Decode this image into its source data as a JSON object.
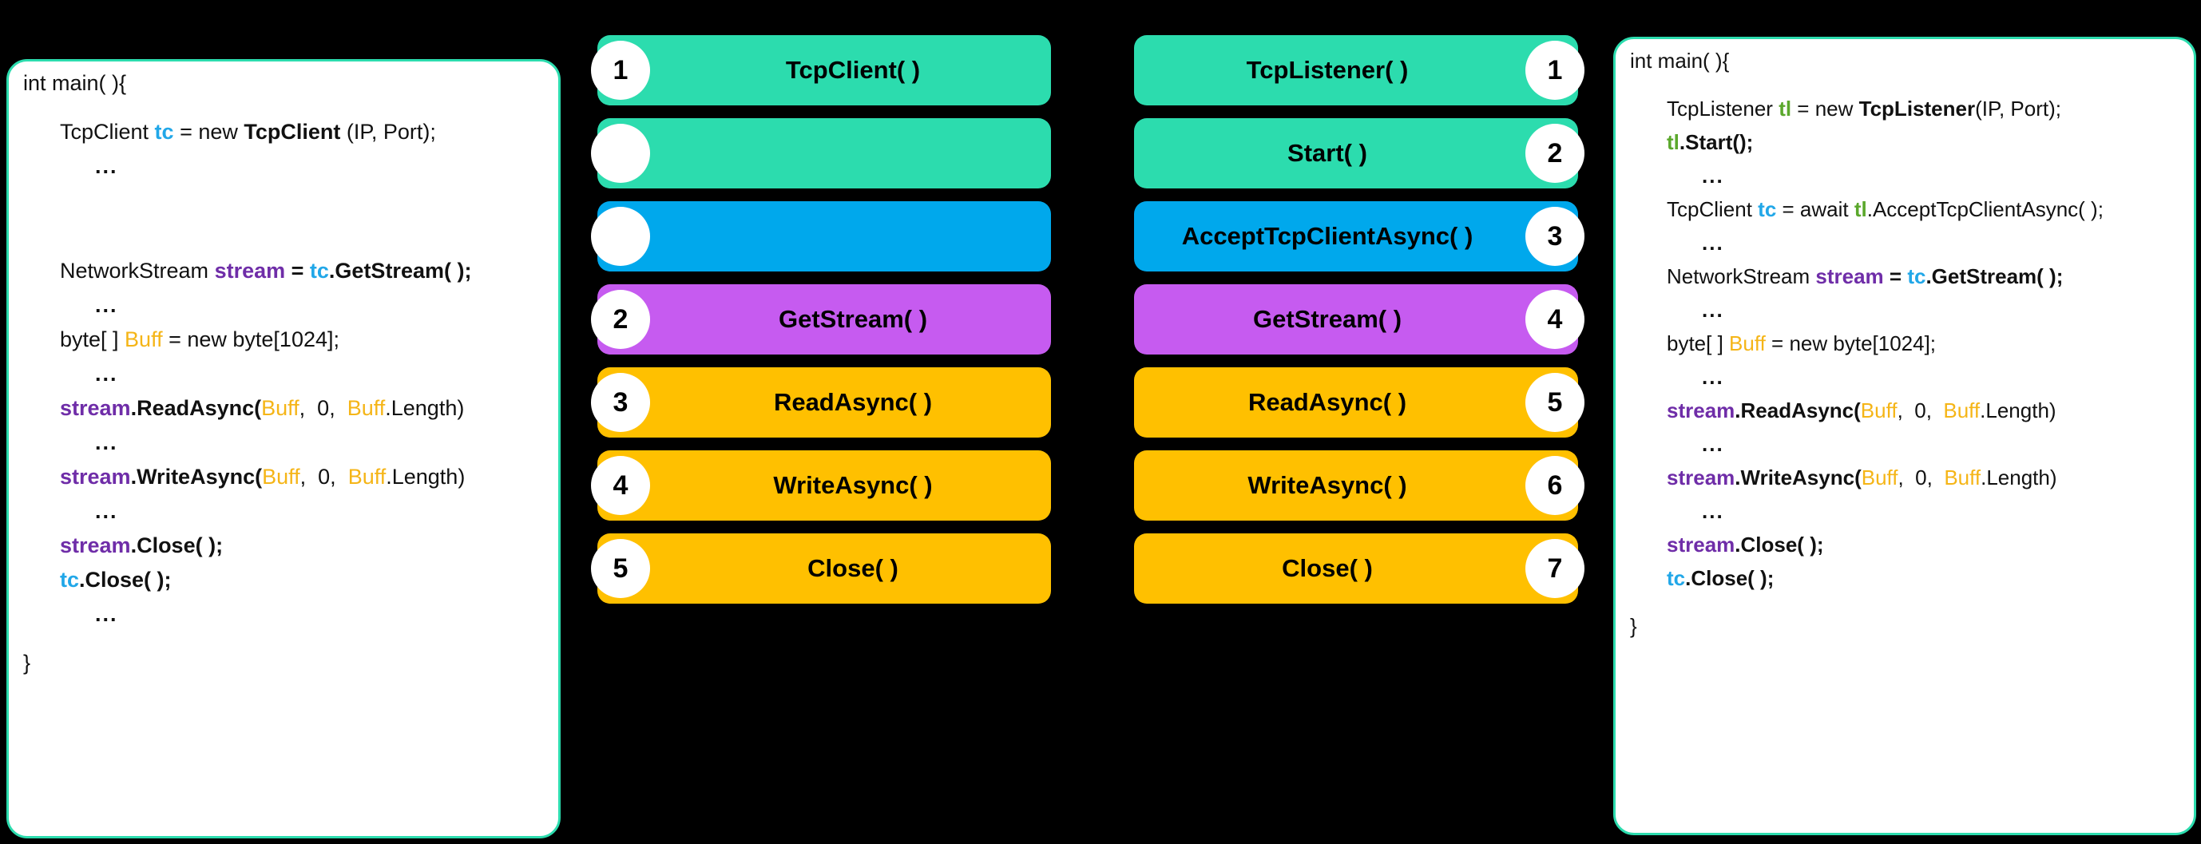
{
  "background_color": "#000000",
  "palette": {
    "green": "#2CDCAE",
    "blue": "#00A8EC",
    "purple": "#C65BF0",
    "amber": "#FFC000",
    "panel_border": "#2CDCAE",
    "panel_background": "#FFFFFF",
    "var_cyan": "#21A7E8",
    "var_green": "#5BA82C",
    "var_purple": "#6F2DA8",
    "var_amber": "#F5B517"
  },
  "client_code": {
    "l0": "int main( ){",
    "l1_a": "TcpClient ",
    "l1_b": "tc",
    "l1_c": " = new ",
    "l1_d": "TcpClient",
    "l1_e": " (IP, Port);",
    "dots": "...",
    "l2_a": "NetworkStream ",
    "l2_b": "stream",
    "l2_c": " = ",
    "l2_d": "tc",
    "l2_e": ".GetStream( );",
    "l3_a": "byte[ ] ",
    "l3_b": "Buff",
    "l3_c": " = new byte[1024];",
    "l4_a": "stream",
    "l4_b": ".ReadAsync(",
    "l4_c": "Buff",
    "l4_d": ",  0,  ",
    "l4_e": "Buff",
    "l4_f": ".Length)",
    "l5_a": "stream",
    "l5_b": ".WriteAsync(",
    "l5_c": "Buff",
    "l5_d": ",  0,  ",
    "l5_e": "Buff",
    "l5_f": ".Length)",
    "l6_a": "stream",
    "l6_b": ".Close( );",
    "l7_a": "tc",
    "l7_b": ".Close( );",
    "l8": "}"
  },
  "server_code": {
    "l0": "int main( ){",
    "l1_a": "TcpListener ",
    "l1_b": "tl",
    "l1_c": " = new ",
    "l1_d": "TcpListener",
    "l1_e": "(IP, Port);",
    "l2_a": "tl",
    "l2_b": ".Start();",
    "dots": "...",
    "l3_a": "TcpClient ",
    "l3_b": "tc",
    "l3_c": " = await ",
    "l3_d": "tl",
    "l3_e": ".AcceptTcpClientAsync( );",
    "l4_a": "NetworkStream ",
    "l4_b": "stream",
    "l4_c": " = ",
    "l4_d": "tc",
    "l4_e": ".GetStream( );",
    "l5_a": "byte[ ] ",
    "l5_b": "Buff",
    "l5_c": " = new byte[1024];",
    "l6_a": "stream",
    "l6_b": ".ReadAsync(",
    "l6_c": "Buff",
    "l6_d": ",  0,  ",
    "l6_e": "Buff",
    "l6_f": ".Length)",
    "l7_a": "stream",
    "l7_b": ".WriteAsync(",
    "l7_c": "Buff",
    "l7_d": ",  0,  ",
    "l7_e": "Buff",
    "l7_f": ".Length)",
    "l8_a": "stream",
    "l8_b": ".Close( );",
    "l9_a": "tc",
    "l9_b": ".Close( );",
    "l10": "}"
  },
  "client_steps": [
    {
      "number": "1",
      "label": "TcpClient( )",
      "color": "#2CDCAE"
    },
    {
      "number": "",
      "label": "",
      "color": "#2CDCAE"
    },
    {
      "number": "",
      "label": "",
      "color": "#00A8EC"
    },
    {
      "number": "2",
      "label": "GetStream( )",
      "color": "#C65BF0"
    },
    {
      "number": "3",
      "label": "ReadAsync( )",
      "color": "#FFC000"
    },
    {
      "number": "4",
      "label": "WriteAsync( )",
      "color": "#FFC000"
    },
    {
      "number": "5",
      "label": "Close( )",
      "color": "#FFC000"
    }
  ],
  "server_steps": [
    {
      "number": "1",
      "label": "TcpListener( )",
      "color": "#2CDCAE"
    },
    {
      "number": "2",
      "label": "Start( )",
      "color": "#2CDCAE"
    },
    {
      "number": "3",
      "label": "AcceptTcpClientAsync( )",
      "color": "#00A8EC"
    },
    {
      "number": "4",
      "label": "GetStream( )",
      "color": "#C65BF0"
    },
    {
      "number": "5",
      "label": "ReadAsync( )",
      "color": "#FFC000"
    },
    {
      "number": "6",
      "label": "WriteAsync( )",
      "color": "#FFC000"
    },
    {
      "number": "7",
      "label": "Close( )",
      "color": "#FFC000"
    }
  ]
}
